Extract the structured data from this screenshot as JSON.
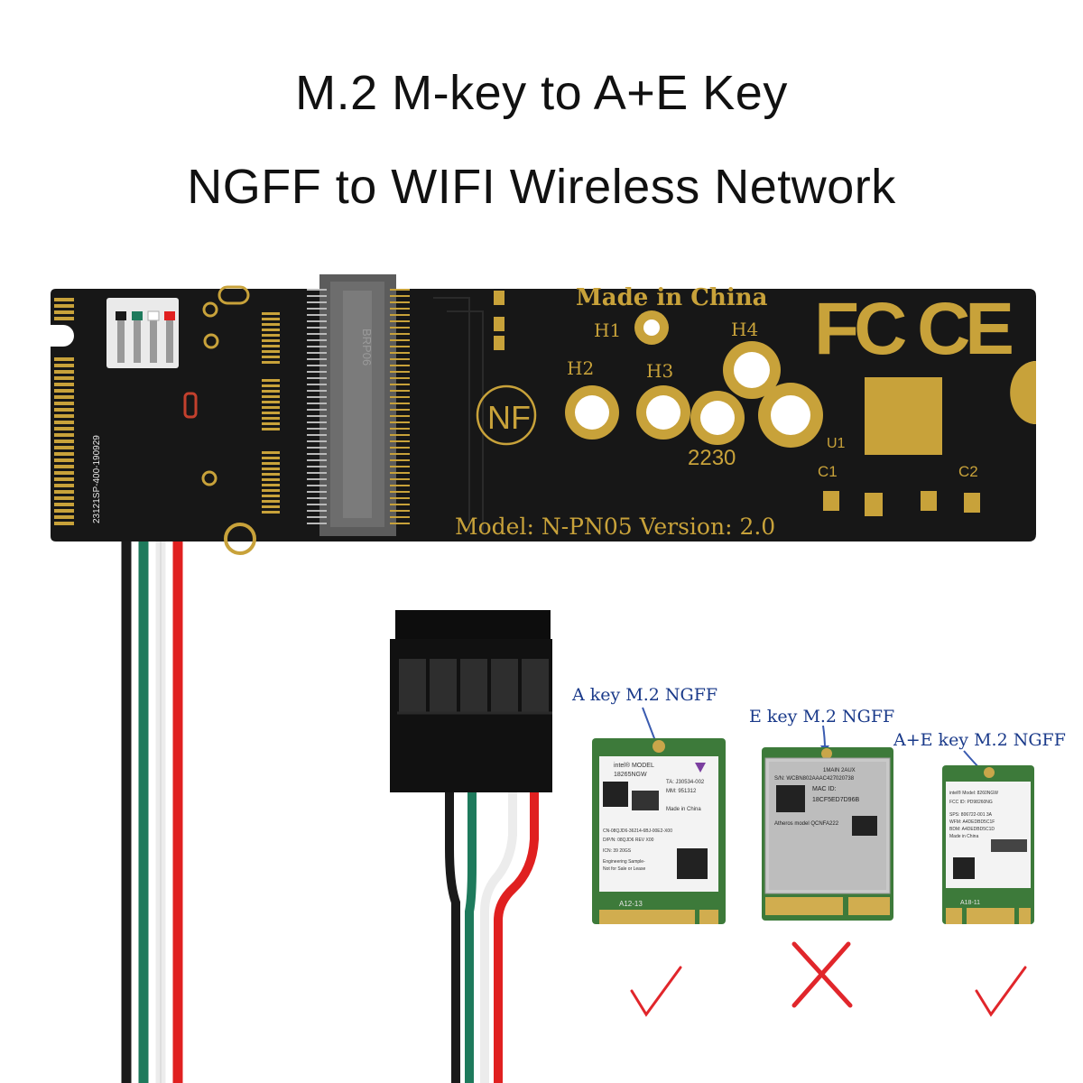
{
  "headline": {
    "line1": "M.2 M-key to A+E Key",
    "line2": "NGFF to WIFI Wireless Network"
  },
  "board": {
    "made_in": "Made in China",
    "fcc_ce": "FC CE",
    "nf_logo": "NF",
    "size": "2230",
    "model_line": "Model: N-PN05 Version: 2.0",
    "pcb_code": "23121SP-400-190929",
    "slot_code": "BRP06",
    "holes": {
      "h1": "H1",
      "h2": "H2",
      "h3": "H3",
      "h4": "H4"
    },
    "parts": {
      "u1": "U1",
      "c1": "C1",
      "c2": "C2"
    },
    "color_board": "#171717",
    "color_gold": "#c8a23a"
  },
  "cards": [
    {
      "caption": "A key M.2 NGFF",
      "status": "check",
      "status_color": "#e1262b",
      "label_lines": [
        "intel® MODEL",
        "18265NGW",
        "TA: J30534-002",
        "MM: 951312",
        "Made in China",
        "CN-08QJD6-36214-6BJ-00E2-X00",
        "D/P/N: 08QJD6 REV X00",
        "ICN: 39 20GS",
        "Engineering Sample-",
        "Not for Sale or Lease"
      ],
      "edge_text": "A12-13"
    },
    {
      "caption": "E key M.2 NGFF",
      "status": "cross",
      "status_color": "#e1262b",
      "label_lines": [
        "1MAIN 2AUX",
        "S/N: WCBN802AAAC427020738",
        "MAC ID:",
        "18CF5ED7D96B",
        "Atheros model QCNFA222"
      ]
    },
    {
      "caption": "A+E key M.2 NGFF",
      "status": "check",
      "status_color": "#e1262b",
      "label_lines": [
        "intel® Model: 8260NGW",
        "FCC ID: PD98260NG",
        "SPS: 806722-001 3A",
        "WFM: A4DEDBD5C1F",
        "BDM: A4DEDBD5C1D",
        "Made in China"
      ],
      "edge_text": "A18-11"
    }
  ],
  "wires": {
    "colors": [
      "#1a1a1a",
      "#1e7a5c",
      "#f2f2f2",
      "#e02020"
    ]
  }
}
